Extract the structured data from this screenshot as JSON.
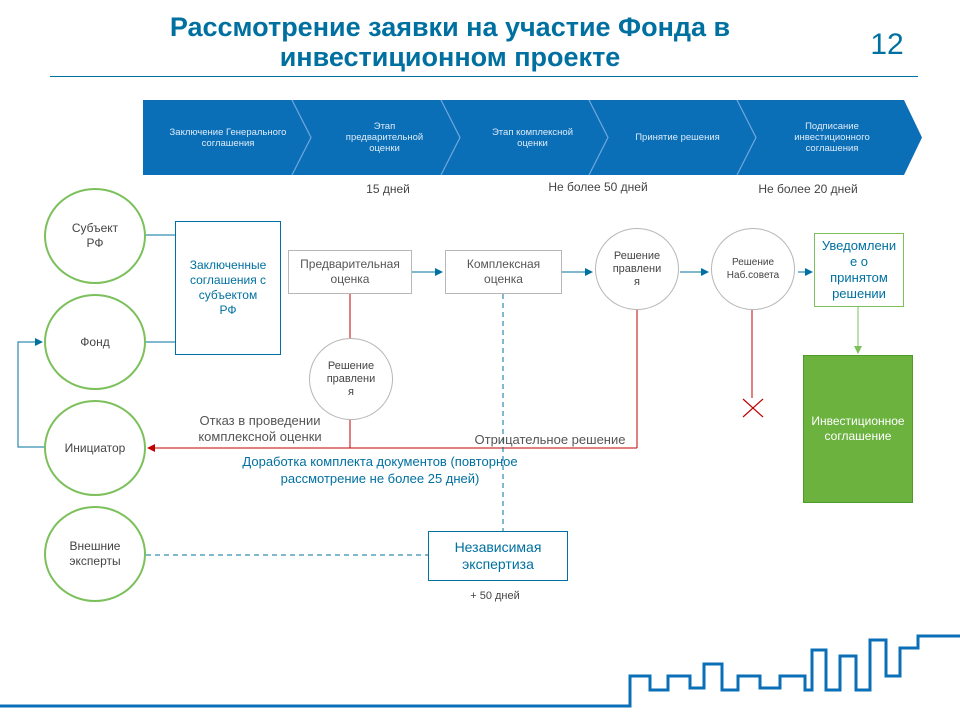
{
  "title": "Рассмотрение заявки на участие Фонда в\nинвестиционном проекте",
  "slide_number": "12",
  "colors": {
    "accent_blue": "#0070A0",
    "stage_blue": "#0B6FB8",
    "green": "#7CC05B",
    "green_fill": "#6BB23F",
    "red": "#C00000",
    "grey": "#B7B7B7"
  },
  "stages": [
    "Заключение Генерального\nсоглашения",
    "Этап\nпредварительной\nоценки",
    "Этап комплексной\nоценки",
    "Принятие решения",
    "Подписание\nинвестиционного\nсоглашения"
  ],
  "durations": {
    "preliminary": "15 дней",
    "complex": "Не более 50 дней",
    "signing": "Не более 20 дней",
    "expertise": "+ 50 дней"
  },
  "participants": {
    "subject": "Субъект\nРФ",
    "fund": "Фонд",
    "initiator": "Инициатор",
    "experts": "Внешние\nэксперты"
  },
  "nodes": {
    "agreements": "Заключенные\nсоглашения с\nсубъектом\nРФ",
    "preliminary": "Предварительная\nоценка",
    "complex": "Комплексная\nоценка",
    "board_decision_top": "Решение\nправлени\nя",
    "supervisory_decision": "Решение\nНаб.совета",
    "notification": "Уведомлени\nе о\nпринятом\nрешении",
    "board_decision_mid": "Решение\nправлени\nя",
    "investment_agreement": "Инвестиционное\nсоглашение",
    "independent_expertise": "Независимая\nэкспертиза"
  },
  "annotations": {
    "refusal": "Отказ в проведении\nкомплексной оценки",
    "negative_decision": "Отрицательное решение",
    "rework": "Доработка комплекта документов (повторное\nрассмотрение не более 25 дней)"
  }
}
